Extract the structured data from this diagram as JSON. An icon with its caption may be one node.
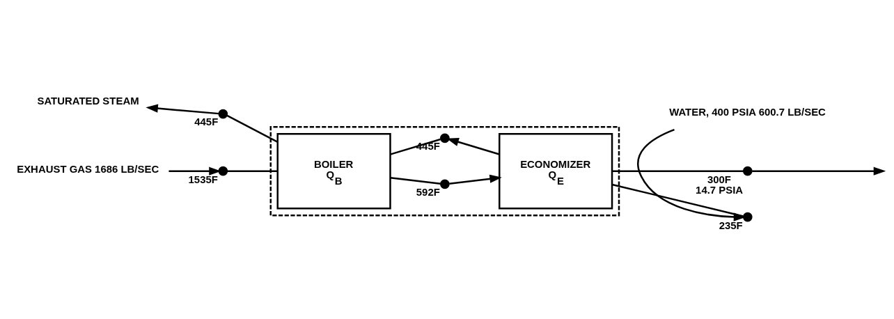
{
  "diagram": {
    "nodes": [
      {
        "text": [],
        "shape": "box"
      },
      {
        "text": [
          "BOILER",
          "Q$_{B}$"
        ],
        "in": 0
      },
      {
        "text": [
          "ECONOMIZER",
          "Q$_{E}$"
        ],
        "in": 0
      },
      {
        "text": [],
        "shape": "circle",
        "beside": [
          "1535F"
        ]
      },
      {
        "text": [],
        "shape": "circle",
        "beside": [
          "445F"
        ]
      },
      {
        "text": [],
        "shape": "circle",
        "beside": [
          "592F"
        ],
        "in": 0
      },
      {
        "text": [],
        "shape": "circle",
        "beside": [
          "445F"
        ],
        "in": 0
      },
      {
        "text": [],
        "shape": "circle",
        "beside": [
          "300F",
          "14.7 PSIA"
        ]
      },
      {
        "text": [],
        "shape": "circle",
        "beside": [
          "235F"
        ]
      },
      {
        "text": [
          "EXHAUST GAS 1686 LB/SEC"
        ]
      },
      {
        "text": [
          "SATURATED STEAM"
        ]
      },
      {
        "text": [
          "WATER, 400 PSIA 600.7 LB/SEC"
        ]
      }
    ],
    "edges": [
      {
        "from": 9,
        "to": 3,
        "arrow": "to"
      },
      {
        "from": 3,
        "to": 1,
        "arrow": "none"
      },
      {
        "from": 1,
        "to": 5,
        "arrow": "none"
      },
      {
        "from": 5,
        "to": 2,
        "arrow": "to"
      },
      {
        "from": 2,
        "to": 7,
        "arrow": "none"
      },
      {
        "from": 7,
        "to": null,
        "arrow": "to"
      },
      {
        "from": 11,
        "to": 8,
        "arrow": "to"
      },
      {
        "from": 8,
        "to": 2,
        "arrow": "none"
      },
      {
        "from": 2,
        "to": 6,
        "arrow": "to"
      },
      {
        "from": 6,
        "to": 1,
        "arrow": "none"
      },
      {
        "from": 1,
        "to": 4,
        "arrow": "none"
      },
      {
        "from": 4,
        "to": 10,
        "arrow": "to"
      }
    ]
  }
}
